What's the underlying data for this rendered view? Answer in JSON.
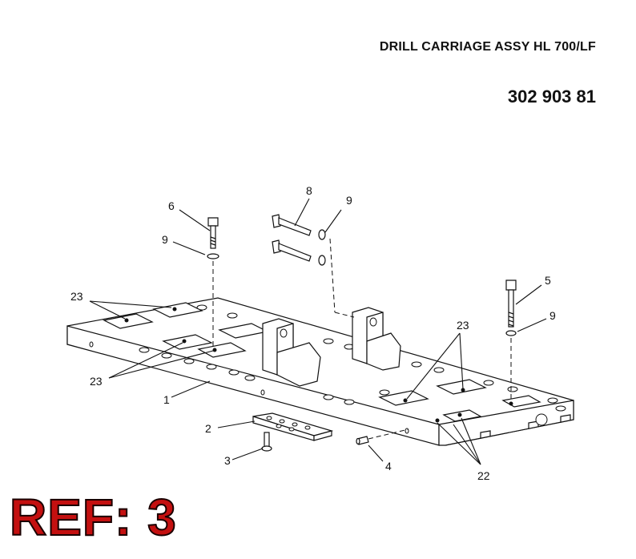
{
  "header": {
    "title": "DRILL CARRIAGE ASSY HL 700/LF",
    "part_number": "302 903 81"
  },
  "ref_stamp": "REF: 3",
  "callouts": {
    "c1": "1",
    "c2": "2",
    "c3": "3",
    "c4": "4",
    "c5": "5",
    "c6": "6",
    "c8": "8",
    "c9a": "9",
    "c9b": "9",
    "c9c": "9",
    "c22": "22",
    "c23a": "23",
    "c23b": "23",
    "c23c": "23"
  }
}
